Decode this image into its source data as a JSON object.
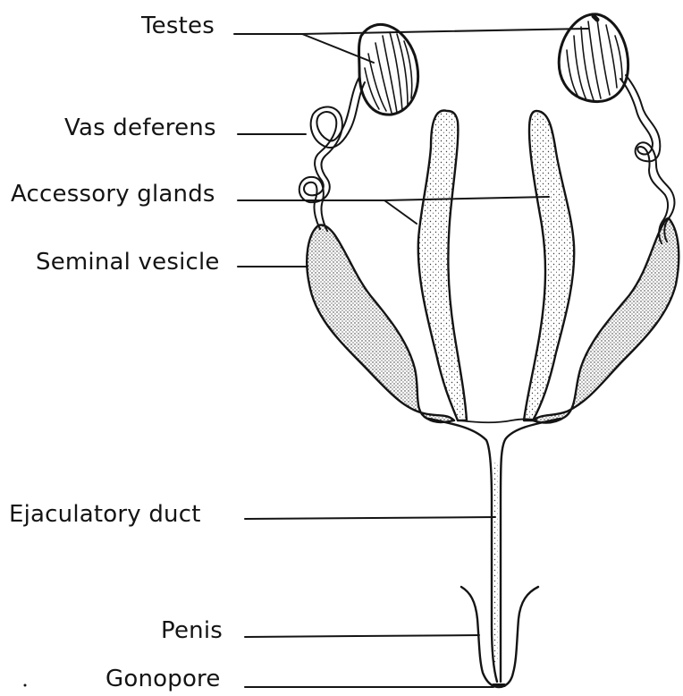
{
  "diagram": {
    "labels": {
      "testes": "Testes",
      "vas_deferens": "Vas deferens",
      "accessory_glands": "Accessory glands",
      "seminal_vesicle": "Seminal vesicle",
      "ejaculatory_duct": "Ejaculatory duct",
      "penis": "Penis",
      "gonopore": "Gonopore"
    },
    "colors": {
      "ink": "#141414",
      "paper": "#ffffff",
      "stipple": "#3a3a3a"
    }
  }
}
